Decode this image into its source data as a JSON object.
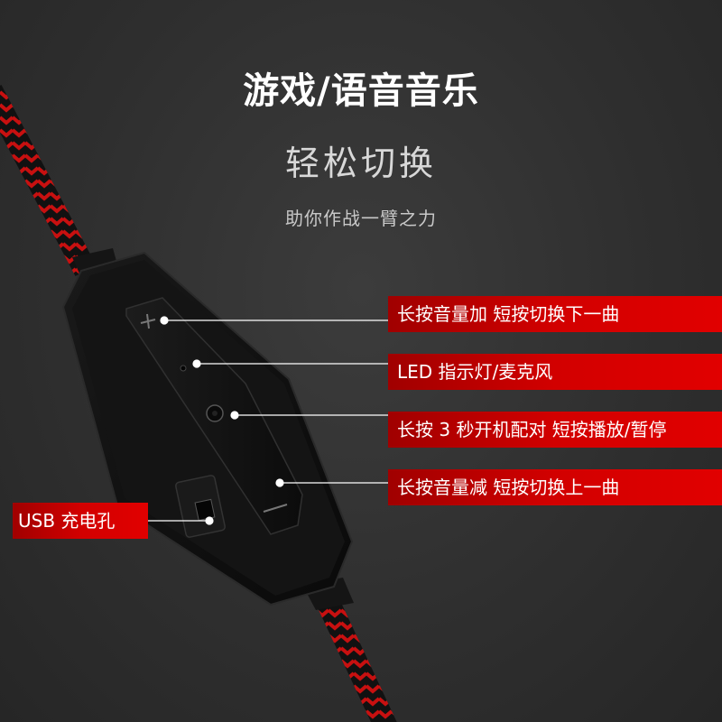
{
  "header": {
    "title": "游戏/语音音乐",
    "subtitle": "轻松切换",
    "tagline": "助你作战一臂之力"
  },
  "callouts": {
    "volume_up": "长按音量加  短按切换下一曲",
    "led_mic": "LED 指示灯/麦克风",
    "pair_play": "长按 3 秒开机配对  短按播放/暂停",
    "volume_down": "长按音量减  短按切换上一曲",
    "usb": "USB 充电孔"
  },
  "colors": {
    "background": "#2f2f2f",
    "label_red": "#d20000",
    "cable_red": "#c81010",
    "cable_black": "#111111",
    "text": "#ffffff"
  }
}
